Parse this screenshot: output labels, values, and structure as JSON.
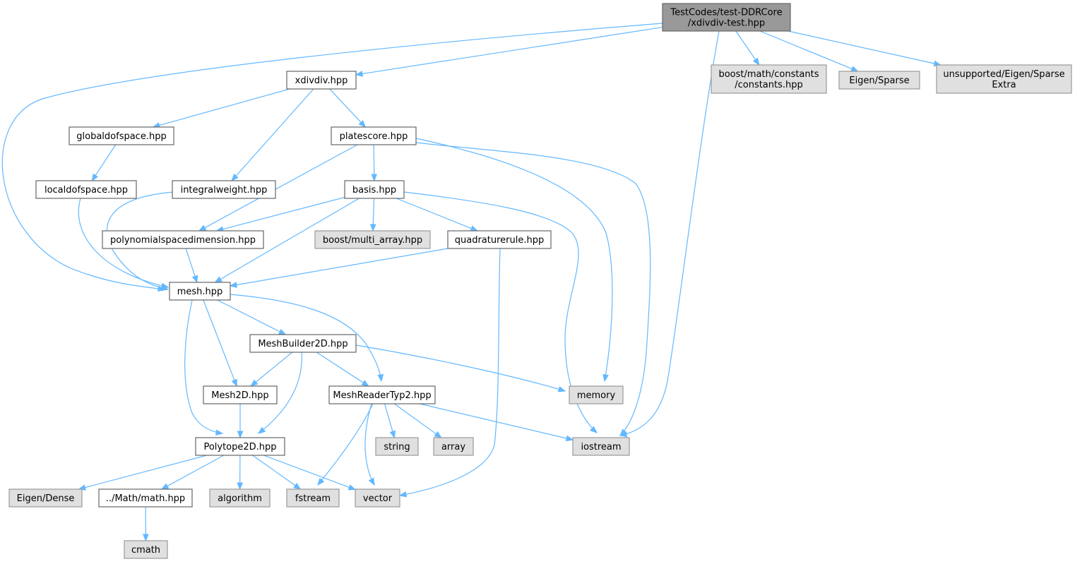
{
  "colors": {
    "root_fill": "#999999",
    "root_stroke": "#666666",
    "local_fill": "#ffffff",
    "local_stroke": "#666666",
    "system_fill": "#e0e0e0",
    "system_stroke": "#999999",
    "edge": "#63b8ff"
  },
  "nodes": [
    {
      "id": "root",
      "kind": "root",
      "lines": [
        "TestCodes/test-DDRCore",
        "/xdivdiv-test.hpp"
      ]
    },
    {
      "id": "xdivdiv",
      "kind": "local",
      "lines": [
        "xdivdiv.hpp"
      ]
    },
    {
      "id": "boost_const",
      "kind": "system",
      "lines": [
        "boost/math/constants",
        "/constants.hpp"
      ]
    },
    {
      "id": "eigen_sparse",
      "kind": "system",
      "lines": [
        "Eigen/Sparse"
      ]
    },
    {
      "id": "unsupported",
      "kind": "system",
      "lines": [
        "unsupported/Eigen/Sparse",
        "Extra"
      ]
    },
    {
      "id": "globaldof",
      "kind": "local",
      "lines": [
        "globaldofspace.hpp"
      ]
    },
    {
      "id": "platescore",
      "kind": "local",
      "lines": [
        "platescore.hpp"
      ]
    },
    {
      "id": "localdof",
      "kind": "local",
      "lines": [
        "localdofspace.hpp"
      ]
    },
    {
      "id": "integralweight",
      "kind": "local",
      "lines": [
        "integralweight.hpp"
      ]
    },
    {
      "id": "basis",
      "kind": "local",
      "lines": [
        "basis.hpp"
      ]
    },
    {
      "id": "polyspace",
      "kind": "local",
      "lines": [
        "polynomialspacedimension.hpp"
      ]
    },
    {
      "id": "multiarray",
      "kind": "system",
      "lines": [
        "boost/multi_array.hpp"
      ]
    },
    {
      "id": "quadrule",
      "kind": "local",
      "lines": [
        "quadraturerule.hpp"
      ]
    },
    {
      "id": "mesh",
      "kind": "local",
      "lines": [
        "mesh.hpp"
      ]
    },
    {
      "id": "meshbuilder",
      "kind": "local",
      "lines": [
        "MeshBuilder2D.hpp"
      ]
    },
    {
      "id": "memory",
      "kind": "system",
      "lines": [
        "memory"
      ]
    },
    {
      "id": "mesh2d",
      "kind": "local",
      "lines": [
        "Mesh2D.hpp"
      ]
    },
    {
      "id": "meshreader",
      "kind": "local",
      "lines": [
        "MeshReaderTyp2.hpp"
      ]
    },
    {
      "id": "string",
      "kind": "system",
      "lines": [
        "string"
      ]
    },
    {
      "id": "array",
      "kind": "system",
      "lines": [
        "array"
      ]
    },
    {
      "id": "iostream",
      "kind": "system",
      "lines": [
        "iostream"
      ]
    },
    {
      "id": "polytope",
      "kind": "local",
      "lines": [
        "Polytope2D.hpp"
      ]
    },
    {
      "id": "eigen_dense",
      "kind": "system",
      "lines": [
        "Eigen/Dense"
      ]
    },
    {
      "id": "mathhpp",
      "kind": "local",
      "lines": [
        "../Math/math.hpp"
      ]
    },
    {
      "id": "algorithm",
      "kind": "system",
      "lines": [
        "algorithm"
      ]
    },
    {
      "id": "fstream",
      "kind": "system",
      "lines": [
        "fstream"
      ]
    },
    {
      "id": "vector",
      "kind": "system",
      "lines": [
        "vector"
      ]
    },
    {
      "id": "cmath",
      "kind": "system",
      "lines": [
        "cmath"
      ]
    }
  ],
  "edges": [
    {
      "from": "root",
      "to": "xdivdiv"
    },
    {
      "from": "root",
      "to": "mesh"
    },
    {
      "from": "root",
      "to": "boost_const"
    },
    {
      "from": "root",
      "to": "eigen_sparse"
    },
    {
      "from": "root",
      "to": "unsupported"
    },
    {
      "from": "root",
      "to": "iostream"
    },
    {
      "from": "xdivdiv",
      "to": "globaldof"
    },
    {
      "from": "xdivdiv",
      "to": "platescore"
    },
    {
      "from": "xdivdiv",
      "to": "integralweight"
    },
    {
      "from": "globaldof",
      "to": "localdof"
    },
    {
      "from": "localdof",
      "to": "mesh"
    },
    {
      "from": "integralweight",
      "to": "mesh"
    },
    {
      "from": "platescore",
      "to": "basis"
    },
    {
      "from": "platescore",
      "to": "polyspace"
    },
    {
      "from": "platescore",
      "to": "memory"
    },
    {
      "from": "platescore",
      "to": "iostream"
    },
    {
      "from": "basis",
      "to": "polyspace"
    },
    {
      "from": "basis",
      "to": "multiarray"
    },
    {
      "from": "basis",
      "to": "quadrule"
    },
    {
      "from": "basis",
      "to": "mesh"
    },
    {
      "from": "basis",
      "to": "iostream"
    },
    {
      "from": "polyspace",
      "to": "mesh"
    },
    {
      "from": "quadrule",
      "to": "mesh"
    },
    {
      "from": "quadrule",
      "to": "vector"
    },
    {
      "from": "mesh",
      "to": "meshbuilder"
    },
    {
      "from": "mesh",
      "to": "mesh2d"
    },
    {
      "from": "mesh",
      "to": "meshreader"
    },
    {
      "from": "mesh",
      "to": "polytope"
    },
    {
      "from": "meshbuilder",
      "to": "mesh2d"
    },
    {
      "from": "meshbuilder",
      "to": "meshreader"
    },
    {
      "from": "meshbuilder",
      "to": "memory"
    },
    {
      "from": "meshbuilder",
      "to": "polytope"
    },
    {
      "from": "mesh2d",
      "to": "polytope"
    },
    {
      "from": "meshreader",
      "to": "string"
    },
    {
      "from": "meshreader",
      "to": "array"
    },
    {
      "from": "meshreader",
      "to": "iostream"
    },
    {
      "from": "meshreader",
      "to": "fstream"
    },
    {
      "from": "meshreader",
      "to": "vector"
    },
    {
      "from": "polytope",
      "to": "eigen_dense"
    },
    {
      "from": "polytope",
      "to": "mathhpp"
    },
    {
      "from": "polytope",
      "to": "algorithm"
    },
    {
      "from": "polytope",
      "to": "fstream"
    },
    {
      "from": "polytope",
      "to": "vector"
    },
    {
      "from": "mathhpp",
      "to": "cmath"
    }
  ]
}
